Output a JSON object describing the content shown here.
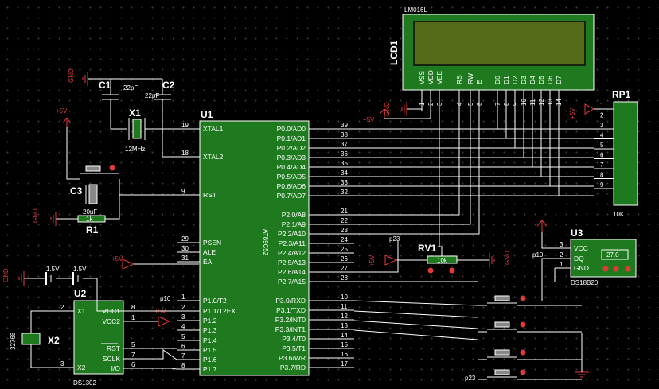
{
  "lcd": {
    "ref": "LCD1",
    "model": "LM016L",
    "pins": [
      "VSS",
      "VDD",
      "VEE",
      "RS",
      "RW",
      "E",
      "D0",
      "D1",
      "D2",
      "D3",
      "D4",
      "D5",
      "D6",
      "D7"
    ],
    "pin_numbers": [
      "1",
      "2",
      "3",
      "4",
      "5",
      "6",
      "7",
      "8",
      "9",
      "10",
      "11",
      "12",
      "13",
      "14"
    ]
  },
  "mcu": {
    "ref": "U1",
    "model": "AT89C52",
    "left_pins": [
      {
        "name": "XTAL1",
        "num": "19"
      },
      {
        "name": "XTAL2",
        "num": "18"
      },
      {
        "name": "RST",
        "num": "9"
      },
      {
        "name": "PSEN",
        "num": "29"
      },
      {
        "name": "ALE",
        "num": "30"
      },
      {
        "name": "EA",
        "num": "31"
      },
      {
        "name": "P1.0/T2",
        "num": "1"
      },
      {
        "name": "P1.1/T2EX",
        "num": "2"
      },
      {
        "name": "P1.2",
        "num": "3"
      },
      {
        "name": "P1.3",
        "num": "4"
      },
      {
        "name": "P1.4",
        "num": "5"
      },
      {
        "name": "P1.5",
        "num": "6"
      },
      {
        "name": "P1.6",
        "num": "7"
      },
      {
        "name": "P1.7",
        "num": "8"
      }
    ],
    "right_pins_p0": [
      {
        "name": "P0.0/AD0",
        "num": "39"
      },
      {
        "name": "P0.1/AD1",
        "num": "38"
      },
      {
        "name": "P0.2/AD2",
        "num": "37"
      },
      {
        "name": "P0.3/AD3",
        "num": "36"
      },
      {
        "name": "P0.4/AD4",
        "num": "35"
      },
      {
        "name": "P0.5/AD5",
        "num": "34"
      },
      {
        "name": "P0.6/AD6",
        "num": "33"
      },
      {
        "name": "P0.7/AD7",
        "num": "32"
      }
    ],
    "right_pins_p2": [
      {
        "name": "P2.0/A8",
        "num": "21"
      },
      {
        "name": "P2.1/A9",
        "num": "22"
      },
      {
        "name": "P2.2/A10",
        "num": "23"
      },
      {
        "name": "P2.3/A11",
        "num": "24"
      },
      {
        "name": "P2.4/A12",
        "num": "25"
      },
      {
        "name": "P2.5/A13",
        "num": "26"
      },
      {
        "name": "P2.6/A14",
        "num": "27"
      },
      {
        "name": "P2.7/A15",
        "num": "28"
      }
    ],
    "right_pins_p3": [
      {
        "name": "P3.0/RXD",
        "num": "10"
      },
      {
        "name": "P3.1/TXD",
        "num": "11"
      },
      {
        "name": "P3.2/INT0",
        "num": "12"
      },
      {
        "name": "P3.3/INT1",
        "num": "13"
      },
      {
        "name": "P3.4/T0",
        "num": "14"
      },
      {
        "name": "P3.5/T1",
        "num": "15"
      },
      {
        "name": "P3.6/WR",
        "num": "16"
      },
      {
        "name": "P3.7/RD",
        "num": "17"
      }
    ]
  },
  "rp1": {
    "ref": "RP1",
    "value": "10K",
    "pins": [
      "1",
      "2",
      "3",
      "4",
      "5",
      "6",
      "7",
      "8",
      "9"
    ]
  },
  "rtc": {
    "ref": "U2",
    "model": "DS1302",
    "left_pins": [
      {
        "name": "X1",
        "num": "2"
      },
      {
        "name": "X2",
        "num": "3"
      }
    ],
    "right_pins": [
      {
        "name": "VCC1",
        "num": "8"
      },
      {
        "name": "VCC2",
        "num": "1"
      },
      {
        "name": "RST",
        "num": "5"
      },
      {
        "name": "SCLK",
        "num": "7"
      },
      {
        "name": "I/O",
        "num": "6"
      }
    ]
  },
  "sensor": {
    "ref": "U3",
    "model": "DS18B20",
    "reading": "27.0",
    "pins": [
      {
        "name": "VCC",
        "num": "3"
      },
      {
        "name": "DQ",
        "num": "2"
      },
      {
        "name": "GND",
        "num": "1"
      }
    ]
  },
  "c1": {
    "ref": "C1",
    "value": "22pF"
  },
  "c2": {
    "ref": "C2",
    "value": "22pF"
  },
  "c3": {
    "ref": "C3",
    "value": "20uF"
  },
  "x1": {
    "ref": "X1",
    "value": "12MHz"
  },
  "x2": {
    "ref": "X2",
    "value": "32768"
  },
  "r1": {
    "ref": "R1",
    "value": "1k"
  },
  "rv1": {
    "ref": "RV1",
    "value": "10k"
  },
  "batteries": [
    "1.5V",
    "1.5V"
  ],
  "labels": {
    "gnd": "GND",
    "vcc": "+5V",
    "p10": "p10",
    "p23": "p23"
  },
  "colors": {
    "wire": "#ffffff",
    "component_fill": "#1f7a1f",
    "power": "#e03a3a",
    "lcd_screen": "#556b1a",
    "background": "#000000"
  }
}
